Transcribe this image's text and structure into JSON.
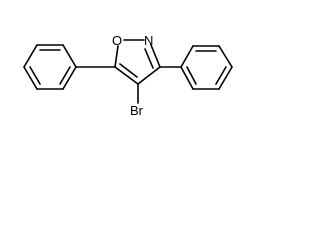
{
  "molecule": {
    "atoms": {
      "oxygen": "O",
      "nitrogen": "N",
      "bromine": "Br"
    }
  },
  "colors": {
    "background": "#ffffff",
    "bond": "#000000",
    "label": "#000000"
  }
}
